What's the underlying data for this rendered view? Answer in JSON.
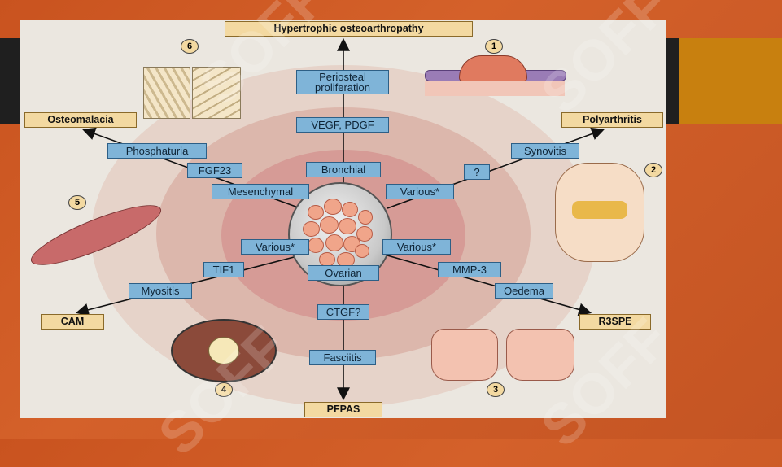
{
  "center": "",
  "outcomes": {
    "top": "Hypertrophic osteoarthropathy",
    "left_top": "Osteomalacia",
    "right_top": "Polyarthritis",
    "left_bottom": "CAM",
    "right_bottom": "R3SPE",
    "bottom": "PFPAS"
  },
  "mediators": {
    "periosteal": "Periosteal proliferation",
    "vegf": "VEGF, PDGF",
    "bronchial": "Bronchial",
    "phosphaturia": "Phosphaturia",
    "fgf23": "FGF23",
    "mesenchymal": "Mesenchymal",
    "synovitis": "Synovitis",
    "question": "?",
    "various_ur": "Various*",
    "various_ll": "Various*",
    "various_lr": "Various*",
    "tif1": "TIF1",
    "myositis": "Myositis",
    "ovarian": "Ovarian",
    "ctgf": "CTGF?",
    "fasciitis": "Fasciitis",
    "mmp3": "MMP-3",
    "oedema": "Oedema"
  },
  "panel_numbers": [
    "1",
    "2",
    "3",
    "4",
    "5",
    "6"
  ],
  "watermark": "SOFF",
  "colors": {
    "tag_fill": "#7fb4d8",
    "term_fill": "#f3d9a1",
    "slide_bg": "#c9531f",
    "band_dark": "#1f1f1f",
    "band_gold": "#c8800f"
  }
}
